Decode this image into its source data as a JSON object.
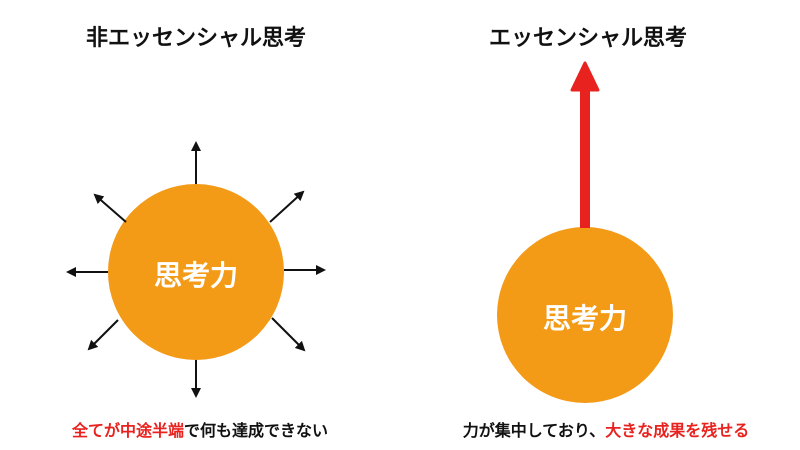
{
  "left": {
    "title": "非エッセンシャル思考",
    "circle_label": "思考力",
    "caption_highlight": "全てが中途半端",
    "caption_rest": "で何も達成できない"
  },
  "right": {
    "title": "エッセンシャル思考",
    "circle_label": "思考力",
    "caption_plain": "力が集中しており、",
    "caption_highlight": "大きな成果を残せる"
  },
  "colors": {
    "circle": "#f39a16",
    "accent": "#e8231f",
    "arrow": "#111111"
  }
}
